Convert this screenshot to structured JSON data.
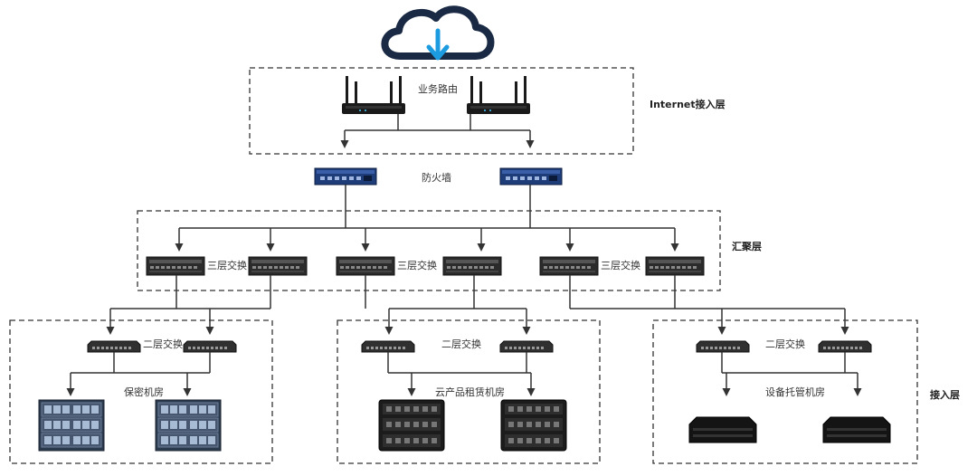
{
  "labels": {
    "router": "业务路由",
    "firewall": "防火墙",
    "l3_switch_1": "三层交换",
    "l3_switch_2": "三层交换",
    "l3_switch_3": "三层交换",
    "l2_switch_1": "二层交换",
    "l2_switch_2": "二层交换",
    "l2_switch_3": "二层交换",
    "room_secure": "保密机房",
    "room_cloud": "云产品租赁机房",
    "room_hosting": "设备托管机房"
  },
  "layers": {
    "internet": "Internet接入层",
    "aggregation": "汇聚层",
    "access": "接入层"
  },
  "icons": {
    "cloud": "cloud-download-icon",
    "router": "router-icon",
    "firewall": "firewall-icon",
    "l3_switch": "l3-switch-icon",
    "l2_switch": "l2-switch-icon",
    "server_secure": "server-rack-icon",
    "server_cloud": "server-chassis-icon",
    "server_hosting": "rack-server-icon"
  },
  "colors": {
    "cloud_outline": "#1b2a44",
    "cloud_arrow": "#1c9be0",
    "firewall_body": "#1e3c78",
    "device_dark": "#222222",
    "line": "#333333"
  }
}
